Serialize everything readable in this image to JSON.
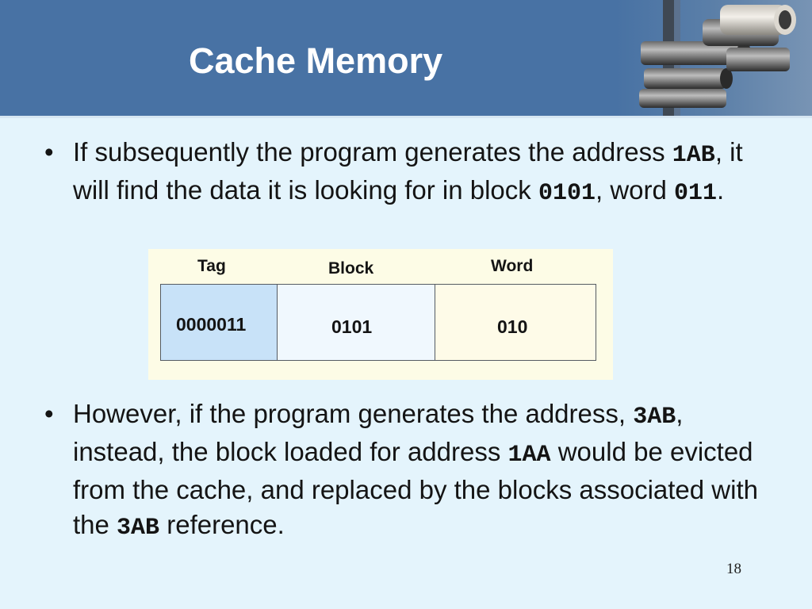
{
  "slide": {
    "title": "Cache Memory",
    "page_number": "18"
  },
  "bullet1": {
    "p1": "If subsequently the program generates the address ",
    "code1": "1AB",
    "p2": ", it will find the data it is looking for in block ",
    "code2": "0101",
    "p3": ", word ",
    "code3": "011",
    "p4": "."
  },
  "address_fields": {
    "headers": [
      "Tag",
      "Block",
      "Word"
    ],
    "values": [
      "0000011",
      "0101",
      "010"
    ],
    "colors": [
      "#c8e2f8",
      "#f0f8fe",
      "#fefbe8"
    ]
  },
  "bullet2": {
    "p1": "However, if the program generates the address, ",
    "code1": "3AB",
    "p2": ", instead, the block loaded for address ",
    "code2": "1AA",
    "p3": " would be evicted from the cache, and replaced by the blocks associated with the ",
    "code3": "3AB",
    "p4": " reference."
  },
  "icons": {
    "bullet": "•",
    "header_image": "stacked-cylinders-photo"
  }
}
